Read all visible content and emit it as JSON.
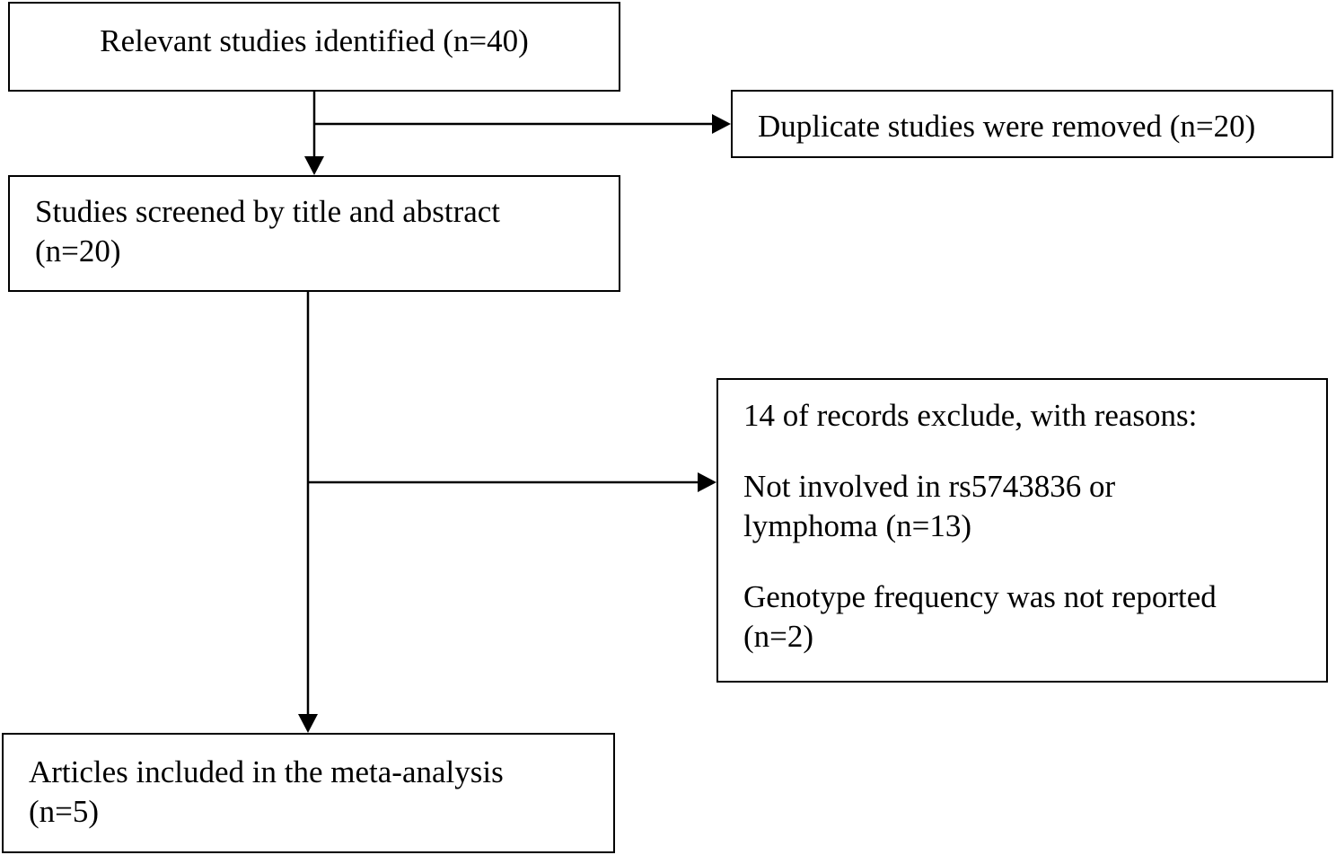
{
  "flowchart": {
    "identified": "Relevant studies identified (n=40)",
    "duplicates": "Duplicate studies were removed (n=20)",
    "screened": {
      "line1": "Studies screened by title and abstract",
      "line2": "(n=20)"
    },
    "excluded": {
      "heading": "14 of records exclude, with reasons:",
      "reason1_line1": "Not involved in rs5743836 or",
      "reason1_line2": "lymphoma (n=13)",
      "reason2_line1": "Genotype frequency was not reported",
      "reason2_line2": "(n=2)"
    },
    "included": {
      "line1": "Articles included in the meta-analysis",
      "line2": "(n=5)"
    }
  }
}
